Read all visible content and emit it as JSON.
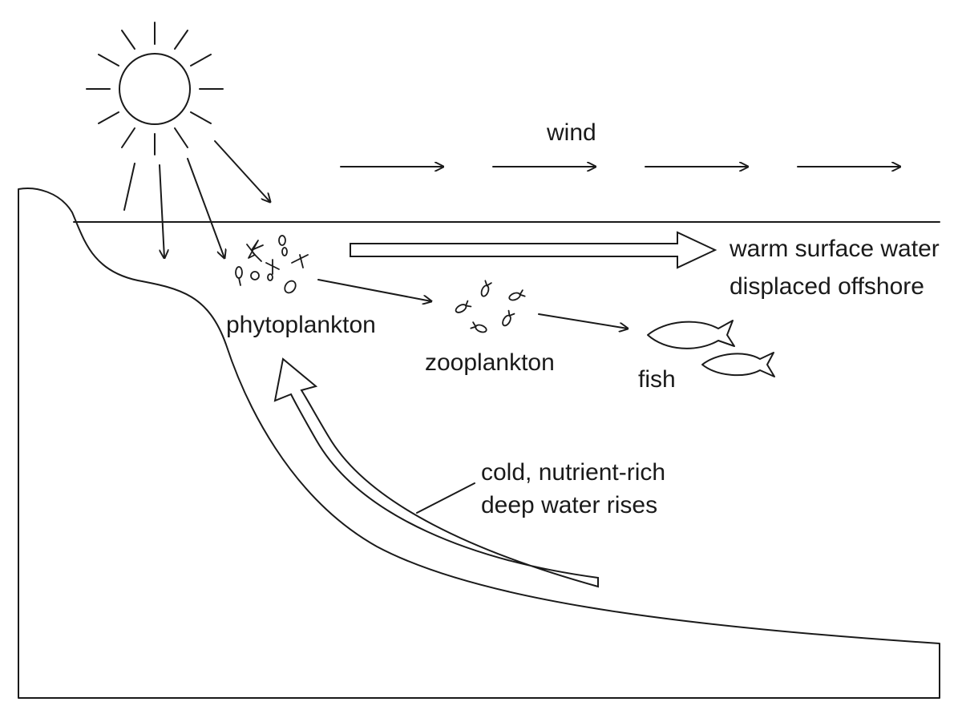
{
  "labels": {
    "wind": "wind",
    "warm_line1": "warm surface water",
    "warm_line2": "displaced offshore",
    "phytoplankton": "phytoplankton",
    "zooplankton": "zooplankton",
    "fish": "fish",
    "cold_line1": "cold, nutrient-rich",
    "cold_line2": "deep water rises"
  },
  "icons": [
    "sun-icon",
    "fish-icon"
  ],
  "colors": {
    "ink": "#1a1a1a",
    "background": "#ffffff"
  }
}
